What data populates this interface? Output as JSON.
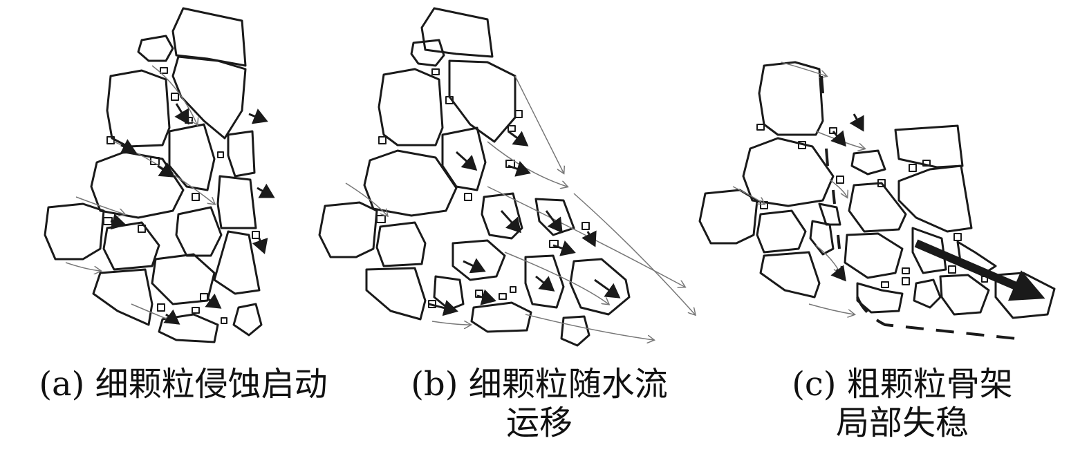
{
  "panels": [
    {
      "id": "a",
      "caption_lines": [
        "(a) 细颗粒侵蚀启动"
      ]
    },
    {
      "id": "b",
      "caption_lines": [
        "(b) 细颗粒随水流",
        "运移"
      ]
    },
    {
      "id": "c",
      "caption_lines": [
        "(c) 粗颗粒骨架",
        "局部失稳"
      ]
    }
  ],
  "colors": {
    "stroke": "#1a1a1a",
    "flow": "#777777",
    "background": "#ffffff"
  }
}
